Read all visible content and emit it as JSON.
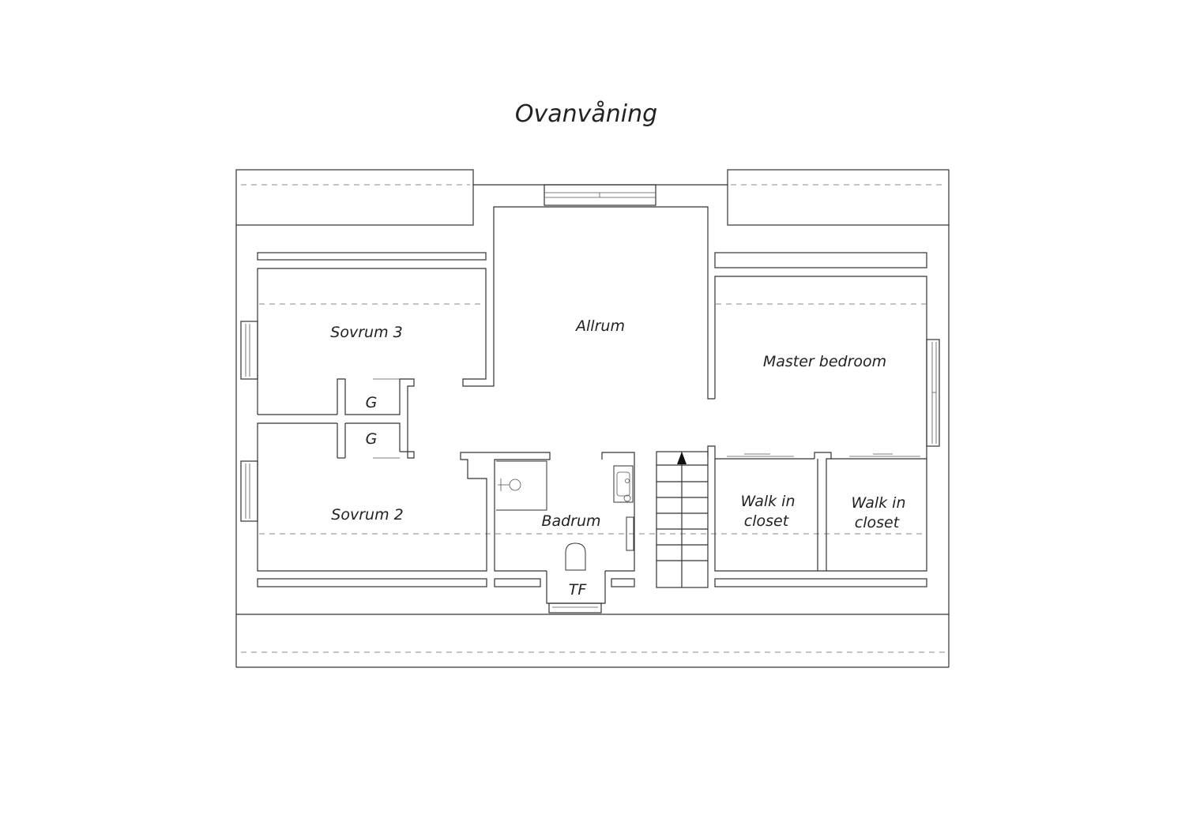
{
  "title": "Ovanvåning",
  "rooms": {
    "sovrum3": "Sovrum 3",
    "sovrum2": "Sovrum 2",
    "allrum": "Allrum",
    "master": "Master bedroom",
    "closet_a_line1": "Walk in",
    "closet_a_line2": "closet",
    "closet_b_line1": "Walk in",
    "closet_b_line2": "closet",
    "badrum": "Badrum",
    "tf": "TF",
    "g_top": "G",
    "g_bottom": "G"
  },
  "icons": {
    "stair_arrow": "stair-direction-arrow-icon",
    "shower": "shower-icon",
    "sink": "sink-icon",
    "toilet": "toilet-icon"
  }
}
